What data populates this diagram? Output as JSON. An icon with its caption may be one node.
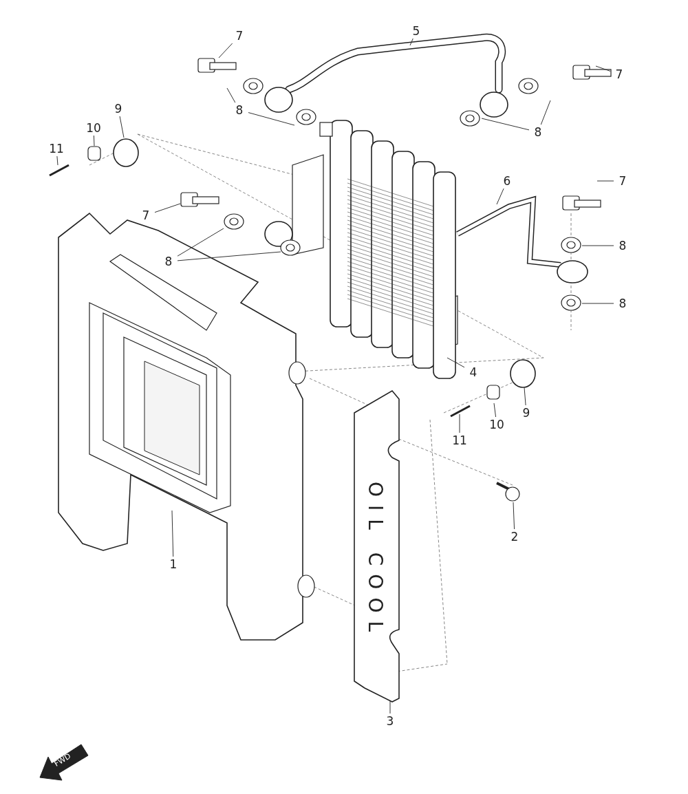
{
  "diagram": {
    "nodes": [
      {
        "text": [
          "5"
        ]
      },
      {
        "text": [
          "7"
        ]
      },
      {
        "text": [
          "7"
        ]
      },
      {
        "text": [
          "9"
        ]
      },
      {
        "text": [
          "10"
        ]
      },
      {
        "text": [
          "8"
        ]
      },
      {
        "text": [
          "8"
        ]
      },
      {
        "text": [
          "11"
        ]
      },
      {
        "text": [
          "6"
        ]
      },
      {
        "text": [
          "7"
        ]
      },
      {
        "text": [
          "7"
        ]
      },
      {
        "text": [
          "8"
        ]
      },
      {
        "text": [
          "8"
        ]
      },
      {
        "text": [
          "8"
        ]
      },
      {
        "text": [
          "4"
        ]
      },
      {
        "text": [
          "9"
        ]
      },
      {
        "text": [
          "10"
        ]
      },
      {
        "text": [
          "11"
        ]
      },
      {
        "text": [
          "2"
        ]
      },
      {
        "text": [
          "1"
        ]
      },
      {
        "text": [
          "3"
        ]
      },
      {
        "text": [
          "OIL COOL"
        ]
      }
    ],
    "edges": [
      {
        "from": 0,
        "to": null,
        "arrow": "none"
      },
      {
        "from": 1,
        "to": null,
        "arrow": "none"
      },
      {
        "from": 2,
        "to": null,
        "arrow": "none"
      },
      {
        "from": 3,
        "to": null,
        "arrow": "none"
      },
      {
        "from": 4,
        "to": null,
        "arrow": "none"
      },
      {
        "from": 5,
        "to": null,
        "arrow": "none"
      },
      {
        "from": 5,
        "to": null,
        "arrow": "none"
      },
      {
        "from": 6,
        "to": null,
        "arrow": "none"
      },
      {
        "from": 6,
        "to": null,
        "arrow": "none"
      },
      {
        "from": 7,
        "to": null,
        "arrow": "none"
      },
      {
        "from": 8,
        "to": null,
        "arrow": "none"
      },
      {
        "from": 9,
        "to": null,
        "arrow": "none"
      },
      {
        "from": 10,
        "to": null,
        "arrow": "none"
      },
      {
        "from": 11,
        "to": null,
        "arrow": "none"
      },
      {
        "from": 11,
        "to": null,
        "arrow": "none"
      },
      {
        "from": 12,
        "to": null,
        "arrow": "none"
      },
      {
        "from": 13,
        "to": null,
        "arrow": "none"
      },
      {
        "from": 14,
        "to": null,
        "arrow": "none"
      },
      {
        "from": 15,
        "to": null,
        "arrow": "none"
      },
      {
        "from": 16,
        "to": null,
        "arrow": "none"
      },
      {
        "from": 17,
        "to": null,
        "arrow": "none"
      },
      {
        "from": 18,
        "to": null,
        "arrow": "none"
      },
      {
        "from": 19,
        "to": null,
        "arrow": "none"
      },
      {
        "from": 20,
        "to": 21,
        "arrow": "none"
      }
    ],
    "labels": [
      "FWD"
    ]
  }
}
